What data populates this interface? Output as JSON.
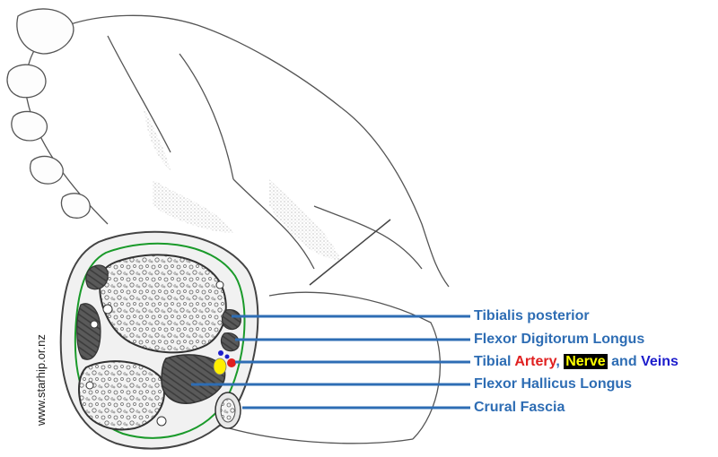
{
  "watermark": "www.starhip.or.nz",
  "labels": {
    "tibialis_posterior": "Tibialis posterior",
    "flexor_digitorum_longus": "Flexor Digitorum Longus",
    "tibial_prefix": "Tibial",
    "artery": "Artery",
    "comma": ",",
    "nerve": "Nerve",
    "and": "and",
    "veins": "Veins",
    "flexor_hallicus_longus": "Flexor Hallicus Longus",
    "crural_fascia": "Crural Fascia"
  },
  "colors": {
    "label_blue": "#2e6db4",
    "artery_red": "#e02020",
    "nerve_yellow": "#ffff00",
    "vein_blue": "#1c1ccc",
    "fascia_green": "#1a9a2a"
  }
}
